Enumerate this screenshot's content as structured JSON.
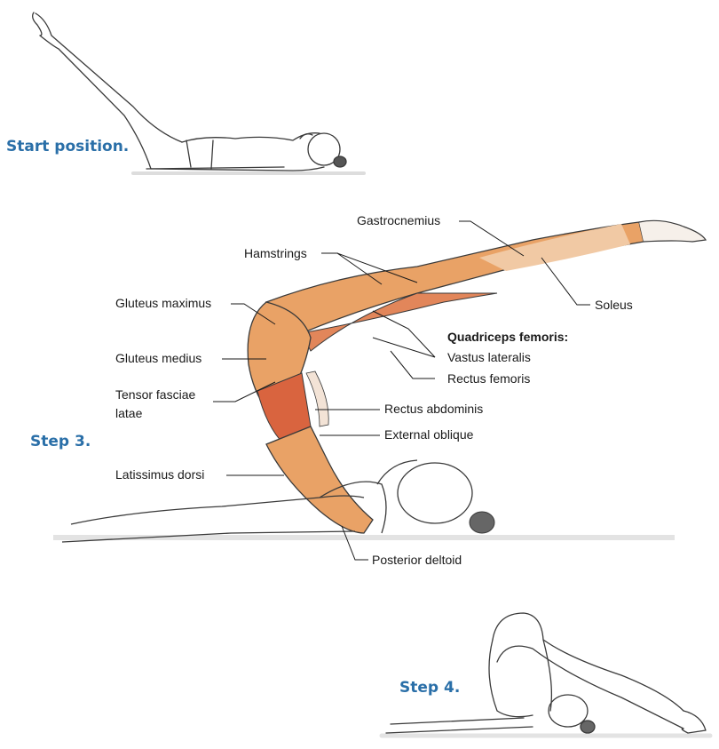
{
  "steps": {
    "start": "Start position.",
    "step3": "Step 3.",
    "step4": "Step 4."
  },
  "muscles": {
    "gastrocnemius": "Gastrocnemius",
    "hamstrings": "Hamstrings",
    "gluteus_maximus": "Gluteus maximus",
    "soleus": "Soleus",
    "quadriceps_heading": "Quadriceps femoris:",
    "gluteus_medius": "Gluteus medius",
    "vastus_lateralis": "Vastus lateralis",
    "rectus_femoris": "Rectus femoris",
    "tensor_line1": "Tensor fasciae",
    "tensor_line2": "latae",
    "rectus_abdominis": "Rectus abdominis",
    "external_oblique": "External oblique",
    "latissimus_dorsi": "Latissimus dorsi",
    "posterior_deltoid": "Posterior deltoid"
  },
  "colors": {
    "step_label": "#2a6fa8",
    "muscle_fill": "#e9a266",
    "muscle_deep": "#d9643f",
    "outline": "#3a3a3a"
  }
}
